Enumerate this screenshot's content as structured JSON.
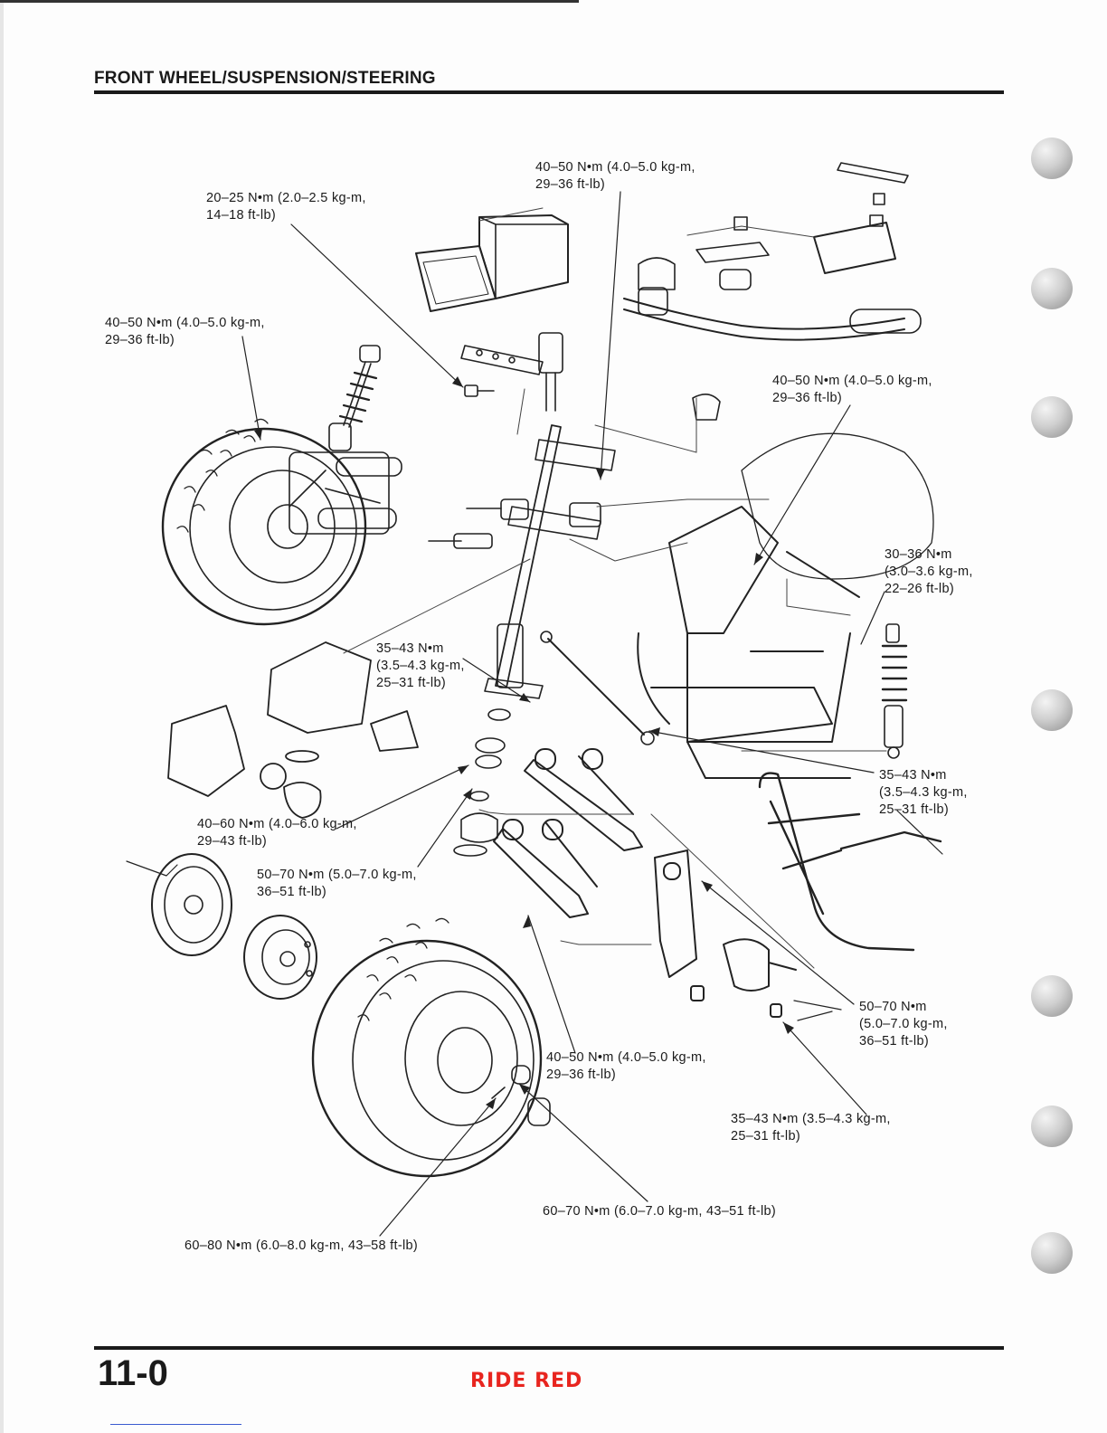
{
  "header": {
    "title": "FRONT WHEEL/SUSPENSION/STEERING"
  },
  "footer": {
    "page_number": "11-0",
    "brand": "RIDE RED"
  },
  "torque_specs": [
    {
      "line1": "40–50 N•m (4.0–5.0 kg-m,",
      "line2": "29–36 ft-lb)"
    },
    {
      "line1": "20–25 N•m (2.0–2.5 kg-m,",
      "line2": "14–18 ft-lb)"
    },
    {
      "line1": "40–50 N•m (4.0–5.0 kg-m,",
      "line2": "29–36 ft-lb)"
    },
    {
      "line1": "40–50 N•m (4.0–5.0 kg-m,",
      "line2": "29–36 ft-lb)"
    },
    {
      "line1": "30–36 N•m",
      "line2": "(3.0–3.6 kg-m,",
      "line3": "22–26 ft-lb)"
    },
    {
      "line1": "35–43 N•m",
      "line2": "(3.5–4.3 kg-m,",
      "line3": "25–31 ft-lb)"
    },
    {
      "line1": "35–43 N•m",
      "line2": "(3.5–4.3 kg-m,",
      "line3": "25–31 ft-lb)"
    },
    {
      "line1": "40–60 N•m (4.0–6.0 kg-m,",
      "line2": "29–43 ft-lb)"
    },
    {
      "line1": "50–70 N•m (5.0–7.0 kg-m,",
      "line2": "36–51 ft-lb)"
    },
    {
      "line1": "50–70 N•m",
      "line2": "(5.0–7.0 kg-m,",
      "line3": "36–51 ft-lb)"
    },
    {
      "line1": "40–50 N•m (4.0–5.0 kg-m,",
      "line2": "29–36 ft-lb)"
    },
    {
      "line1": "35–43 N•m (3.5–4.3 kg-m,",
      "line2": "25–31 ft-lb)"
    },
    {
      "line1": "60–70 N•m (6.0–7.0 kg-m, 43–51 ft-lb)"
    },
    {
      "line1": "60–80 N•m (6.0–8.0 kg-m, 43–58 ft-lb)"
    }
  ]
}
